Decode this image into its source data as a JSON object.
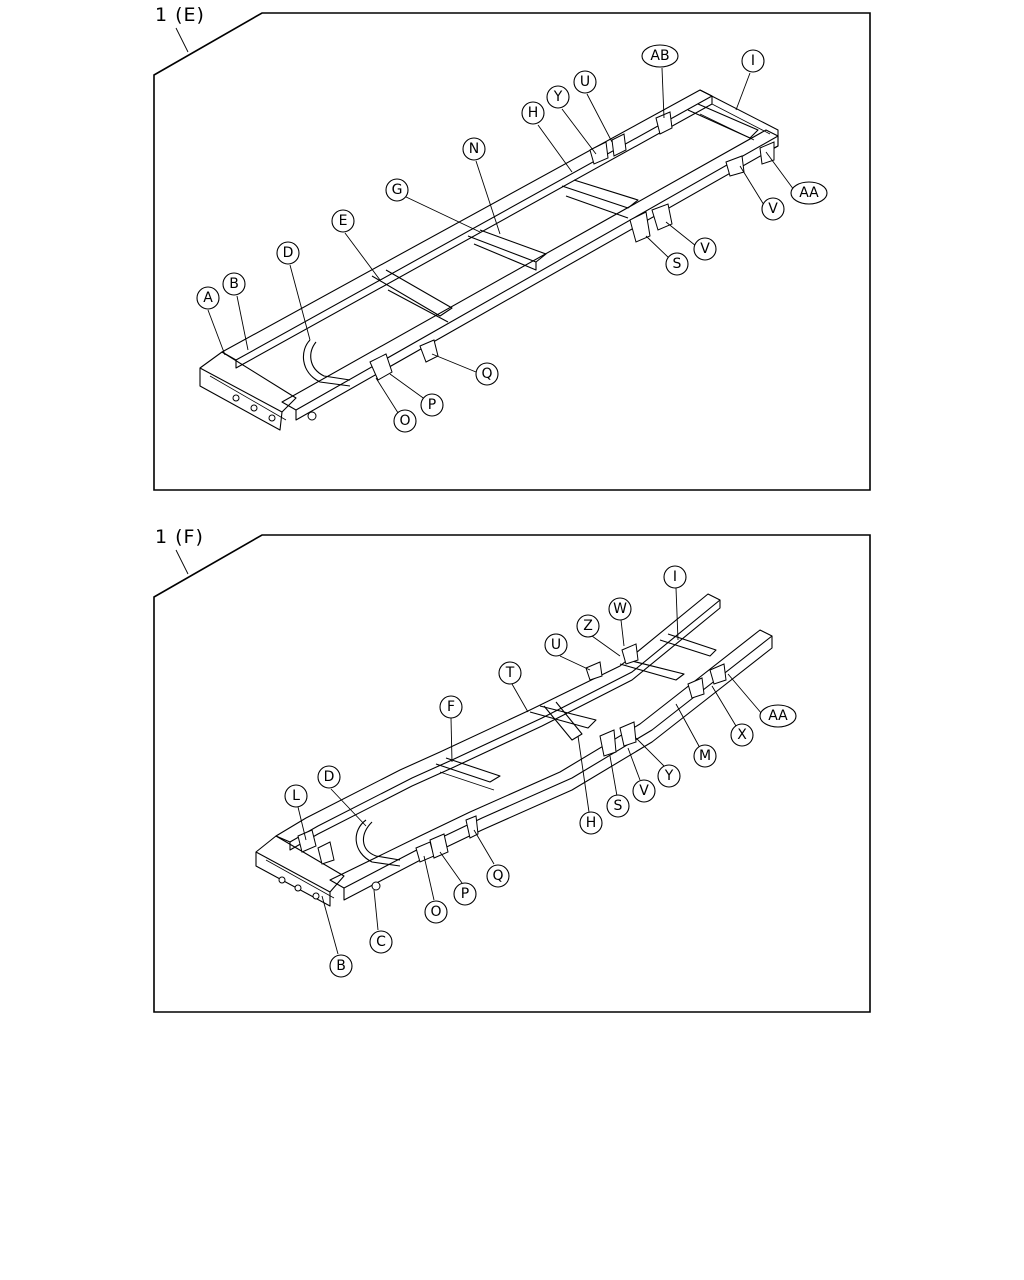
{
  "panels": [
    {
      "title": "1 (E)",
      "callouts": [
        "A",
        "B",
        "D",
        "E",
        "G",
        "N",
        "H",
        "Y",
        "U",
        "AB",
        "I",
        "AA",
        "V",
        "V",
        "S",
        "Q",
        "P",
        "O"
      ]
    },
    {
      "title": "1 (F)",
      "callouts": [
        "I",
        "W",
        "Z",
        "U",
        "T",
        "F",
        "D",
        "L",
        "AA",
        "X",
        "M",
        "Y",
        "V",
        "S",
        "H",
        "Q",
        "P",
        "O",
        "C",
        "B"
      ]
    }
  ]
}
